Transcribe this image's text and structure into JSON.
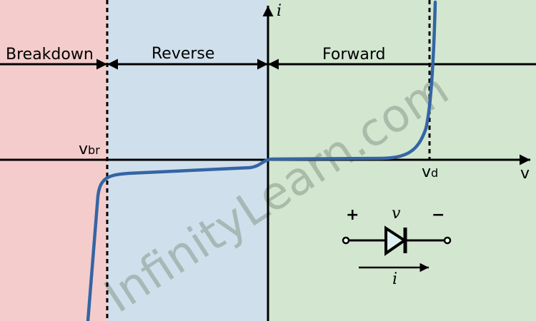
{
  "regions": {
    "breakdown": "Breakdown",
    "reverse": "Reverse",
    "forward": "Forward"
  },
  "axes": {
    "current": "i",
    "voltage": "v"
  },
  "markers": {
    "vbr_main": "v",
    "vbr_sub": "br",
    "vd_main": "v",
    "vd_sub": "d"
  },
  "symbol": {
    "plus": "+",
    "minus": "−",
    "voltage": "v",
    "current": "i"
  },
  "watermark": "InfinityLearn.com",
  "colors": {
    "breakdown": "#f4cccc",
    "reverse": "#cfdfec",
    "forward": "#d2e6d0",
    "curve": "#3465a4"
  }
}
